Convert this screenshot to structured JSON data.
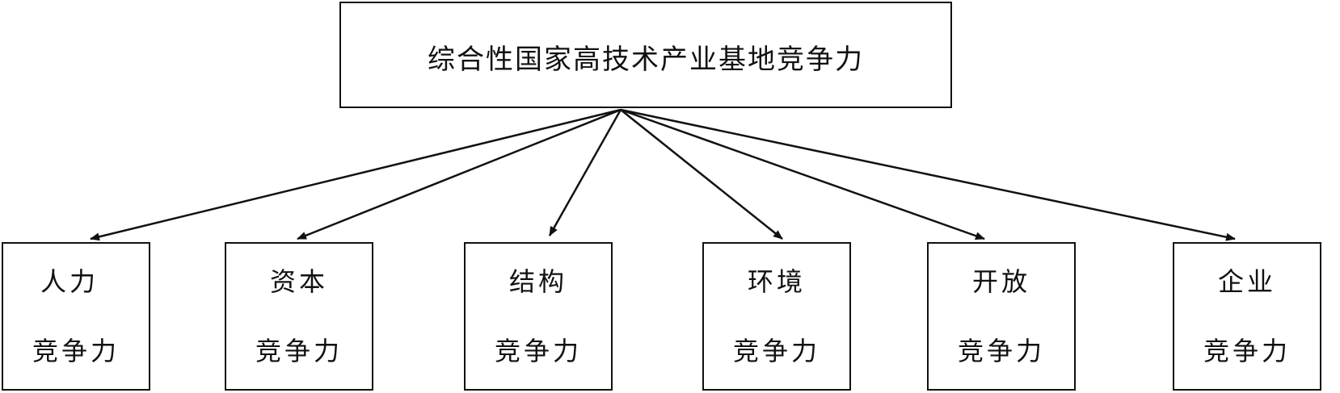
{
  "diagram": {
    "root": {
      "label": "综合性国家高技术产业基地竞争力"
    },
    "children": [
      {
        "line1": "人力",
        "line2": "竞争力"
      },
      {
        "line1": "资本",
        "line2": "竞争力"
      },
      {
        "line1": "结构",
        "line2": "竞争力"
      },
      {
        "line1": "环境",
        "line2": "竞争力"
      },
      {
        "line1": "开放",
        "line2": "竞争力"
      },
      {
        "line1": "企业",
        "line2": "竞争力"
      }
    ],
    "colors": {
      "stroke": "#111111",
      "background": "#ffffff"
    }
  }
}
